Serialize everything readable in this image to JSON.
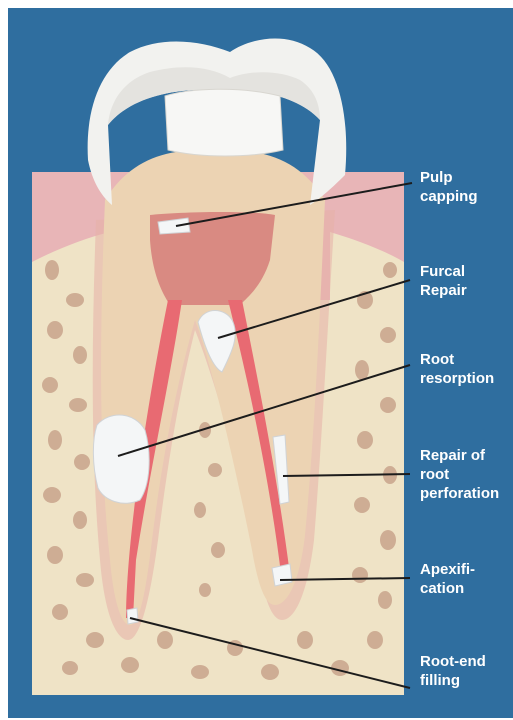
{
  "labels": [
    {
      "id": "pulp-capping",
      "lines": [
        "Pulp",
        "capping"
      ]
    },
    {
      "id": "furcal-repair",
      "lines": [
        "Furcal",
        "Repair"
      ]
    },
    {
      "id": "root-resorption",
      "lines": [
        "Root",
        "resorption"
      ]
    },
    {
      "id": "repair-root-perforation",
      "lines": [
        "Repair of",
        "root",
        "perforation"
      ]
    },
    {
      "id": "apexification",
      "lines": [
        "Apexifi-",
        "cation"
      ]
    },
    {
      "id": "root-end-filling",
      "lines": [
        "Root-end",
        "filling"
      ]
    }
  ],
  "colors": {
    "background": "#2f6e9f",
    "bone": "#efe3c6",
    "bone_pore": "#c9a48c",
    "gum": "#e8b5b7",
    "dentin": "#ecd3b3",
    "enamel": "#f2f2ef",
    "pulp": "#dc8d87",
    "canal": "#e86a72",
    "material": "#f4f6f7",
    "leader": "#1c1c1c",
    "label_text": "#ffffff"
  }
}
